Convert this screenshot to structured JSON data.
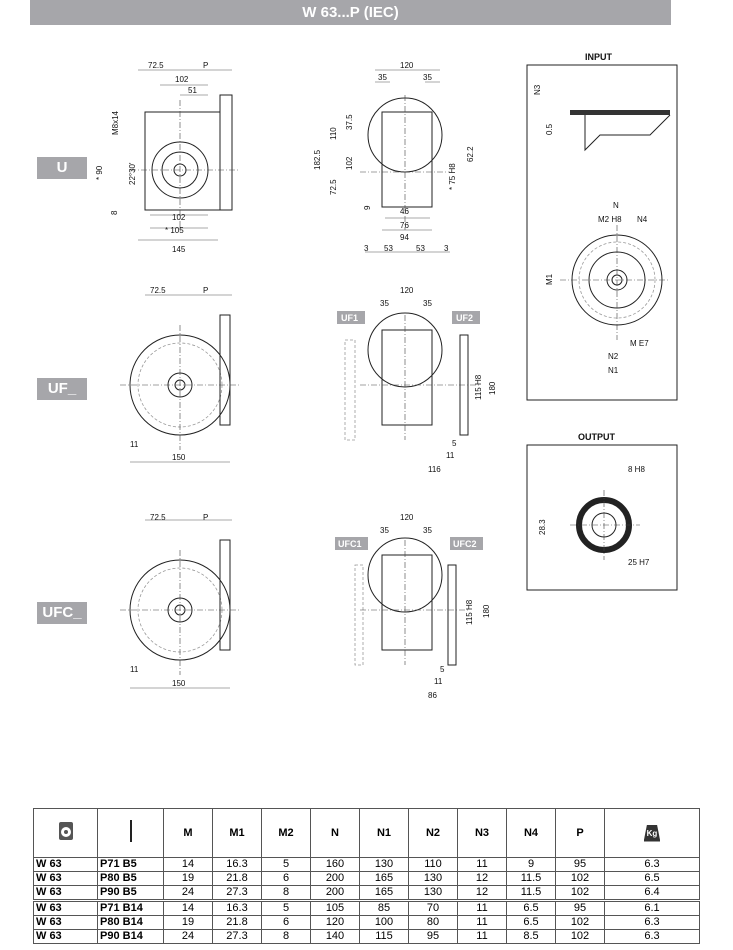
{
  "title": "W 63...P (IEC)",
  "versions": {
    "u": "U",
    "uf": "UF_",
    "ufc": "UFC_"
  },
  "tags": {
    "uf1": "UF1",
    "uf2": "UF2",
    "ufc1": "UFC1",
    "ufc2": "UFC2"
  },
  "input": {
    "title": "INPUT",
    "labels": [
      "N3",
      "0.5",
      "N",
      "M2 H8",
      "N4",
      "M1",
      "M E7",
      "N2",
      "N1"
    ]
  },
  "output": {
    "title": "OUTPUT",
    "labels": [
      "8 H8",
      "28.3",
      "25 H7"
    ]
  },
  "u_front": [
    "72.5",
    "P",
    "102",
    "51",
    "M8x14",
    "* 90",
    "22°30'",
    "8",
    "102",
    "* 105",
    "145"
  ],
  "u_side": [
    "120",
    "35",
    "35",
    "182.5",
    "110",
    "37.5",
    "102",
    "72.5",
    "62.2",
    "* 75 H8",
    "9",
    "46",
    "76",
    "94",
    "3",
    "53",
    "53",
    "3"
  ],
  "uf_front": [
    "72.5",
    "P",
    "11",
    "150"
  ],
  "uf_side": [
    "120",
    "35",
    "35",
    "115 H8",
    "180",
    "5",
    "11",
    "116"
  ],
  "ufc_front": [
    "72.5",
    "P",
    "11",
    "150"
  ],
  "ufc_side": [
    "120",
    "35",
    "35",
    "115 H8",
    "180",
    "5",
    "11",
    "86"
  ],
  "table": {
    "headers": [
      "gearbox-icon",
      "shaft-icon",
      "M",
      "M1",
      "M2",
      "N",
      "N1",
      "N2",
      "N3",
      "N4",
      "P",
      "weight-kg-icon"
    ],
    "weight_icon_text": "Kg",
    "rows": [
      [
        "W 63",
        "P71 B5",
        "14",
        "16.3",
        "5",
        "160",
        "130",
        "110",
        "11",
        "9",
        "95",
        "6.3"
      ],
      [
        "W 63",
        "P80 B5",
        "19",
        "21.8",
        "6",
        "200",
        "165",
        "130",
        "12",
        "11.5",
        "102",
        "6.5"
      ],
      [
        "W 63",
        "P90 B5",
        "24",
        "27.3",
        "8",
        "200",
        "165",
        "130",
        "12",
        "11.5",
        "102",
        "6.4"
      ],
      [
        "W 63",
        "P71 B14",
        "14",
        "16.3",
        "5",
        "105",
        "85",
        "70",
        "11",
        "6.5",
        "95",
        "6.1"
      ],
      [
        "W 63",
        "P80 B14",
        "19",
        "21.8",
        "6",
        "120",
        "100",
        "80",
        "11",
        "6.5",
        "102",
        "6.3"
      ],
      [
        "W 63",
        "P90 B14",
        "24",
        "27.3",
        "8",
        "140",
        "115",
        "95",
        "11",
        "8.5",
        "102",
        "6.3"
      ]
    ]
  }
}
